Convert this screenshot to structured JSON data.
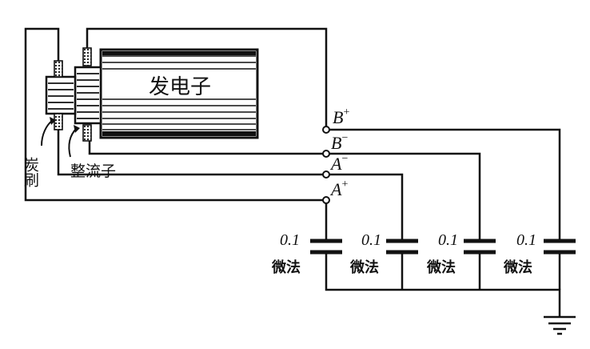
{
  "labels": {
    "generator": "发电子",
    "brush": "炭刷",
    "commutator": "整流子"
  },
  "terminals": {
    "b_plus": {
      "letter": "B",
      "sign": "+"
    },
    "b_minus": {
      "letter": "B",
      "sign": "−"
    },
    "a_minus": {
      "letter": "A",
      "sign": "−"
    },
    "a_plus": {
      "letter": "A",
      "sign": "+"
    }
  },
  "capacitors": [
    {
      "value": "0.1",
      "unit": "微法"
    },
    {
      "value": "0.1",
      "unit": "微法"
    },
    {
      "value": "0.1",
      "unit": "微法"
    },
    {
      "value": "0.1",
      "unit": "微法"
    }
  ]
}
